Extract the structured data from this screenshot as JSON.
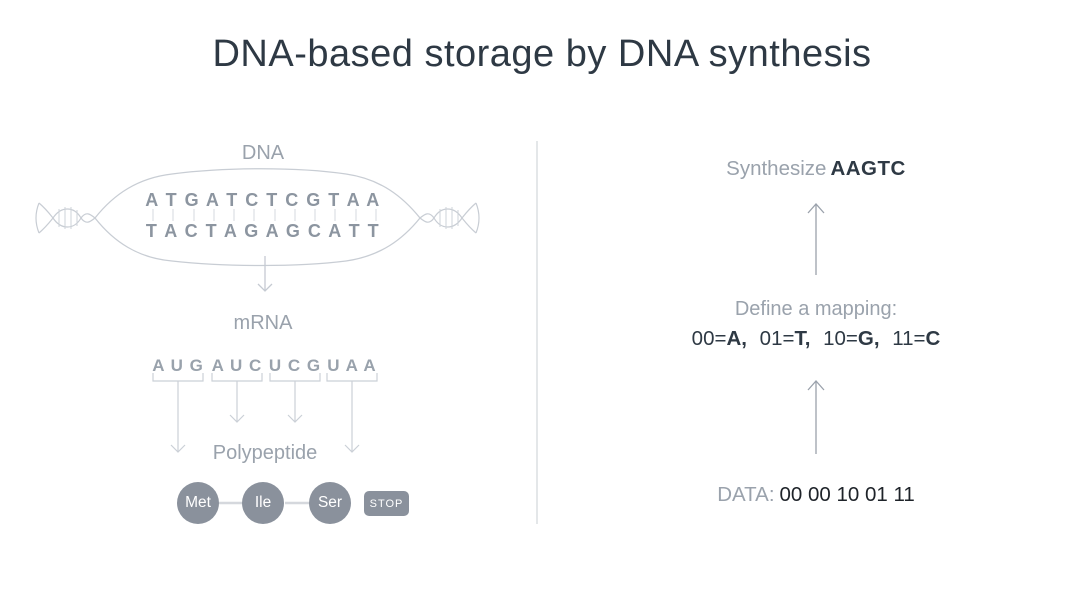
{
  "title": "DNA-based storage by DNA synthesis",
  "colors": {
    "accent_dark": "#2e3944",
    "label_gray": "#9aa2ac",
    "sequence_gray": "#8c95a0",
    "stroke_light": "#c8cdd4",
    "node_fill": "#8a919c",
    "bits_dark": "#1e2329"
  },
  "left": {
    "dna_label": "DNA",
    "strand_top": "A T G A T C T C G T A A",
    "strand_bottom": "T A C T A G A G C A T T",
    "mrna_label": "mRNA",
    "codons": [
      "A U G",
      "A U C",
      "U C G",
      "U A A"
    ],
    "polypeptide_label": "Polypeptide",
    "residues": [
      "Met",
      "Ile",
      "Ser"
    ],
    "stop_label": "STOP"
  },
  "right": {
    "synthesize_label": "Synthesize",
    "synthesize_sequence": "AAGTC",
    "mapping_title": "Define a mapping:",
    "mapping_pairs": [
      {
        "code": "00=",
        "base": "A,"
      },
      {
        "code": "01=",
        "base": "T,"
      },
      {
        "code": "10=",
        "base": "G,"
      },
      {
        "code": "11=",
        "base": "C"
      }
    ],
    "data_label": "DATA:",
    "data_bits": "00 00 10 01 11"
  }
}
